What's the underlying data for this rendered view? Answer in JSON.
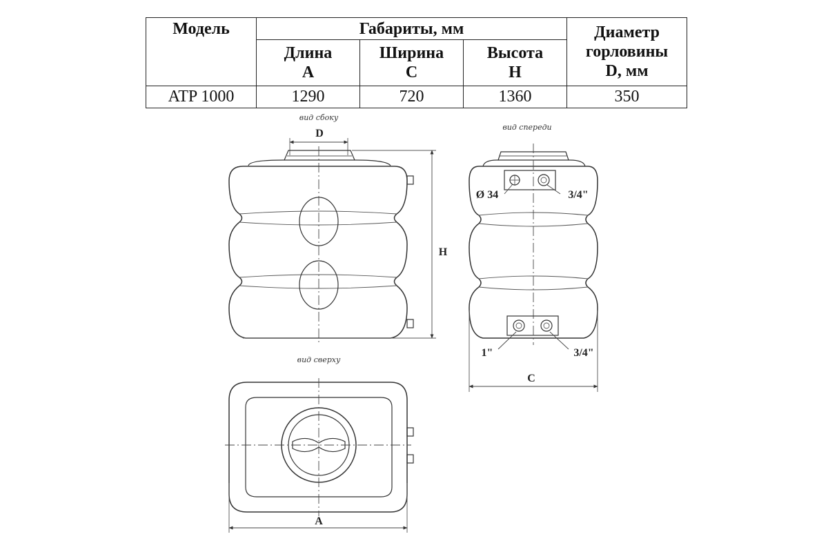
{
  "table": {
    "header": {
      "model": "Модель",
      "dimensions": "Габариты, мм",
      "length": "Длина",
      "length_sym": "A",
      "width": "Ширина",
      "width_sym": "C",
      "height": "Высота",
      "height_sym": "H",
      "neck_1": "Диаметр",
      "neck_2": "горловины",
      "neck_3": "D, мм"
    },
    "rows": [
      {
        "model": "ATP 1000",
        "length": "1290",
        "width": "720",
        "height": "1360",
        "neck": "350"
      }
    ]
  },
  "views": {
    "side": "вид сбоку",
    "front": "вид спереди",
    "top": "вид сверху"
  },
  "labels": {
    "d": "D",
    "h": "H",
    "c": "C",
    "a": "A",
    "hole_34": "Ø 34",
    "thread_top": "3/4\"",
    "thread_1": "1\"",
    "thread_bottom": "3/4\""
  }
}
